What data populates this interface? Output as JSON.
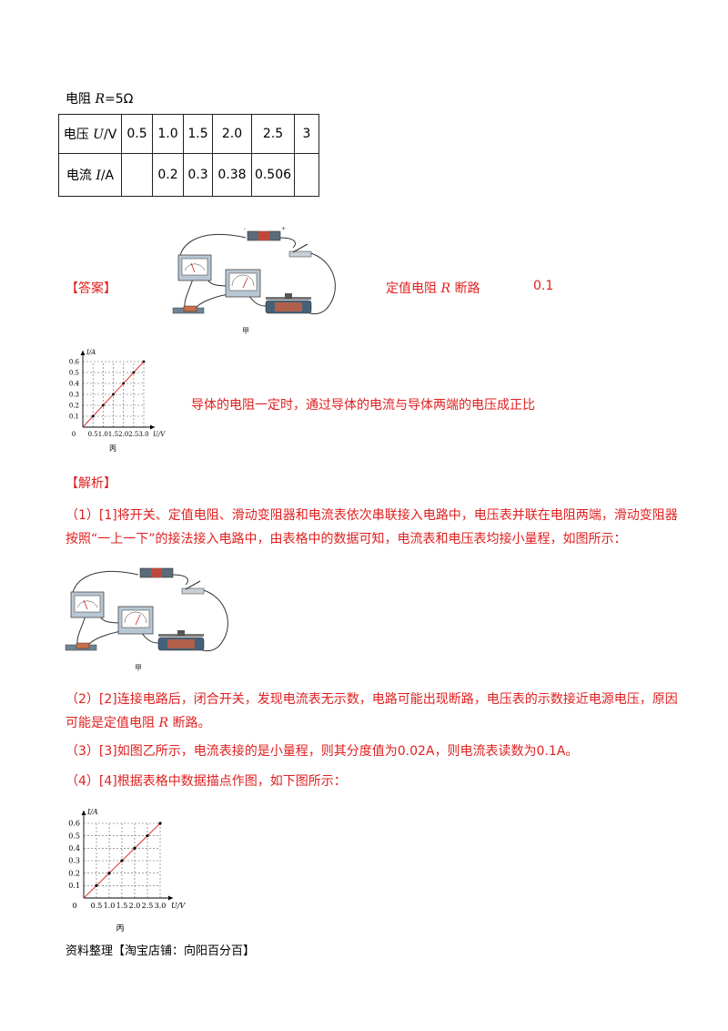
{
  "resistance_caption": {
    "prefix": "电阻 ",
    "var": "R",
    "suffix": "=5Ω"
  },
  "table": {
    "row1": {
      "label_prefix": "电压 ",
      "label_var": "U",
      "label_suffix": "/V",
      "cells": [
        "0.5",
        "1.0",
        "1.5",
        "2.0",
        "2.5",
        "3"
      ]
    },
    "row2": {
      "label_prefix": "电流 ",
      "label_var": "I",
      "label_suffix": "/A",
      "cells": [
        "",
        "0.2",
        "0.3",
        "0.38",
        "0.506",
        ""
      ]
    }
  },
  "answer": {
    "tag": "【答案】",
    "fault_prefix": "定值电阻 ",
    "fault_var": "R",
    "fault_suffix": " 断路",
    "reading": "0.1",
    "conclusion": "导体的电阻一定时，通过导体的电流与导体两端的电压成正比"
  },
  "figure_labels": {
    "jia": "甲",
    "bing": "丙"
  },
  "analysis": {
    "tag": "【解析】",
    "p1": "（1）[1]将开关、定值电阻、滑动变阻器和电流表依次串联接入电路中，电压表并联在电阻两端，滑动变阻器按照“一上一下”的接法接入电路中，由表格中的数据可知，电流表和电压表均接小量程，如图所示：",
    "p2_prefix": "（2）[2]连接电路后，闭合开关，发现电流表无示数，电路可能出现断路，电压表的示数接近电源电压，原因可能是定值电阻 ",
    "p2_var": "R",
    "p2_suffix": " 断路。",
    "p3": "（3）[3]如图乙所示，电流表接的是小量程，则其分度值为0.02A，则电流表读数为0.1A。",
    "p4": "（4）[4]根据表格中数据描点作图，如下图所示："
  },
  "footer": "资料整理【淘宝店铺：向阳百分百】",
  "chart_data": [
    {
      "type": "line",
      "xlabel": "U/V",
      "ylabel": "I/A",
      "x_ticks": [
        "0.5",
        "1.0",
        "1.5",
        "2.0",
        "2.5",
        "3.0"
      ],
      "y_ticks": [
        "0.1",
        "0.2",
        "0.3",
        "0.4",
        "0.5",
        "0.6"
      ],
      "origin_label": "0",
      "xlim": [
        0,
        3.0
      ],
      "ylim": [
        0,
        0.6
      ],
      "grid": true,
      "x": [
        0.5,
        1.0,
        1.5,
        2.0,
        2.5,
        3.0
      ],
      "y": [
        0.1,
        0.2,
        0.3,
        0.4,
        0.5,
        0.6
      ],
      "line_color": "#e03030",
      "point_color": "#000000"
    },
    {
      "type": "line",
      "xlabel": "U/V",
      "ylabel": "I/A",
      "x_ticks": [
        "0.5",
        "1.0",
        "1.5",
        "2.0",
        "2.5",
        "3.0"
      ],
      "y_ticks": [
        "0.1",
        "0.2",
        "0.3",
        "0.4",
        "0.5",
        "0.6"
      ],
      "origin_label": "0",
      "xlim": [
        0,
        3.0
      ],
      "ylim": [
        0,
        0.6
      ],
      "grid": true,
      "x": [
        0.5,
        1.0,
        1.5,
        2.0,
        2.5,
        3.0
      ],
      "y": [
        0.1,
        0.2,
        0.3,
        0.4,
        0.5,
        0.6
      ],
      "line_color": "#e03030",
      "point_color": "#000000"
    }
  ]
}
